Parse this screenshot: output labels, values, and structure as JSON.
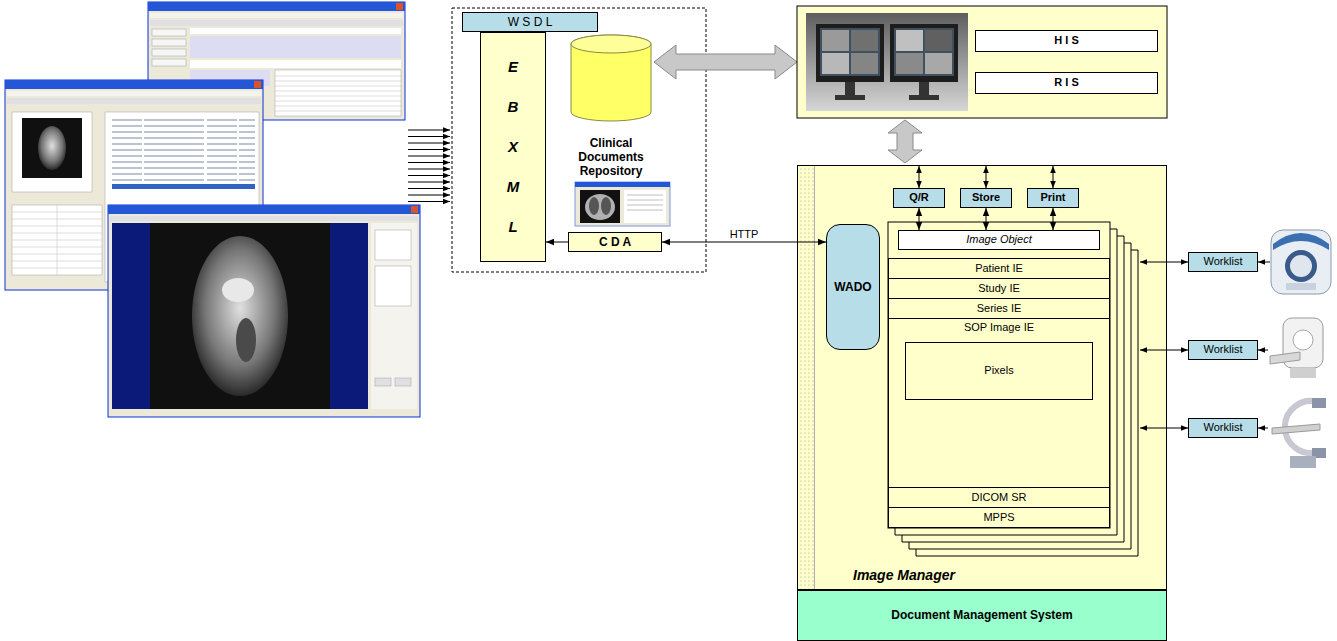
{
  "diagram": {
    "nodes": [
      {
        "text": [
          "W S D L"
        ]
      },
      {
        "text": [
          "E B X M L"
        ]
      },
      {
        "text": [
          "Clinical Documents Repository"
        ]
      },
      {
        "text": [
          "C D A"
        ]
      },
      {
        "text": [
          "H I S"
        ]
      },
      {
        "text": [
          "R I S"
        ]
      },
      {
        "text": [
          "Image Manager"
        ]
      },
      {
        "text": [
          "Q/R"
        ],
        "in": 6
      },
      {
        "text": [
          "Store"
        ],
        "in": 6
      },
      {
        "text": [
          "Print"
        ],
        "in": 6
      },
      {
        "text": [
          "WADO"
        ],
        "in": 6
      },
      {
        "text": [
          "Image Object"
        ],
        "in": 6
      },
      {
        "text": [
          "Patient IE"
        ],
        "in": 6
      },
      {
        "text": [
          "Study IE"
        ],
        "in": 6
      },
      {
        "text": [
          "Series IE"
        ],
        "in": 6
      },
      {
        "text": [
          "SOP Image IE"
        ],
        "in": 6
      },
      {
        "text": [
          "Pixels"
        ],
        "in": 15
      },
      {
        "text": [
          "DICOM SR"
        ],
        "in": 6
      },
      {
        "text": [
          "MPPS"
        ],
        "in": 6
      },
      {
        "text": [
          "Worklist"
        ]
      },
      {
        "text": [
          "Worklist"
        ]
      },
      {
        "text": [
          "Worklist"
        ]
      },
      {
        "text": [
          "Document Management System"
        ]
      }
    ],
    "edges": [
      {
        "from": 3,
        "to": 1,
        "arrow": "to"
      },
      {
        "from": 3,
        "to": 10,
        "label": "HTTP",
        "arrow": "both"
      },
      {
        "from": 7,
        "to": 11,
        "arrow": "both"
      },
      {
        "from": 8,
        "to": 11,
        "arrow": "both"
      },
      {
        "from": 9,
        "to": 11,
        "arrow": "both"
      }
    ]
  }
}
